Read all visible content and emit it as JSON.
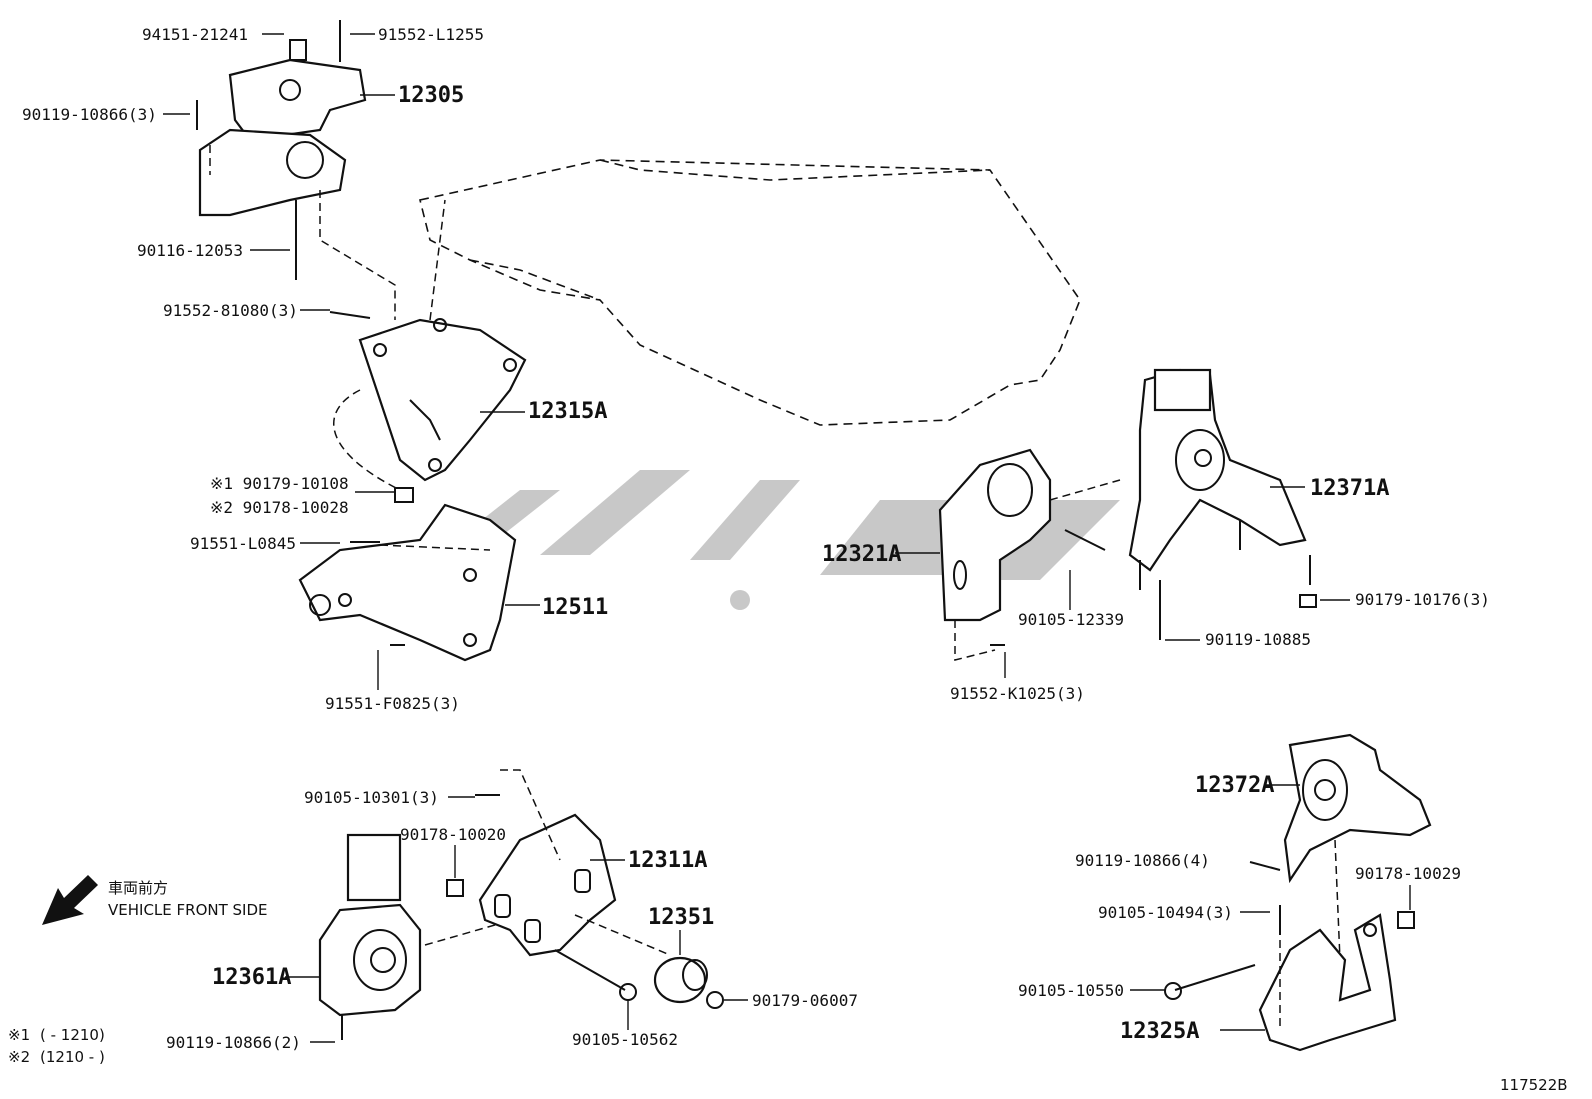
{
  "diagram": {
    "reference_code": "117522B",
    "front_indicator": {
      "label_jp": "車両前方",
      "label_en": "VEHICLE FRONT SIDE"
    },
    "footnotes": [
      {
        "mark": "※1",
        "text": "(        - 1210)"
      },
      {
        "mark": "※2",
        "text": "(1210 -        )"
      }
    ],
    "part_labels": {
      "p94151_21241": "94151-21241",
      "p91552_L1255": "91552-L1255",
      "p12305": "12305",
      "p90119_10866_3a": "90119-10866(3)",
      "p90116_12053": "90116-12053",
      "p91552_81080_3": "91552-81080(3)",
      "p12315A": "12315A",
      "p90179_10108": "※1 90179-10108",
      "p90178_10028": "※2 90178-10028",
      "p91551_L0845": "91551-L0845",
      "p12511": "12511",
      "p91551_F0825_3": "91551-F0825(3)",
      "p12321A": "12321A",
      "p90105_12339": "90105-12339",
      "p91552_K1025_3": "91552-K1025(3)",
      "p12371A": "12371A",
      "p90179_10176_3": "90179-10176(3)",
      "p90119_10885": "90119-10885",
      "p90105_10301_3": "90105-10301(3)",
      "p90178_10020": "90178-10020",
      "p12311A": "12311A",
      "p12351": "12351",
      "p12361A": "12361A",
      "p90119_10866_2": "90119-10866(2)",
      "p90105_10562": "90105-10562",
      "p90179_06007": "90179-06007",
      "p12372A": "12372A",
      "p90119_10866_4": "90119-10866(4)",
      "p90178_10029": "90178-10029",
      "p90105_10494_3": "90105-10494(3)",
      "p90105_10550": "90105-10550",
      "p12325A": "12325A"
    }
  }
}
